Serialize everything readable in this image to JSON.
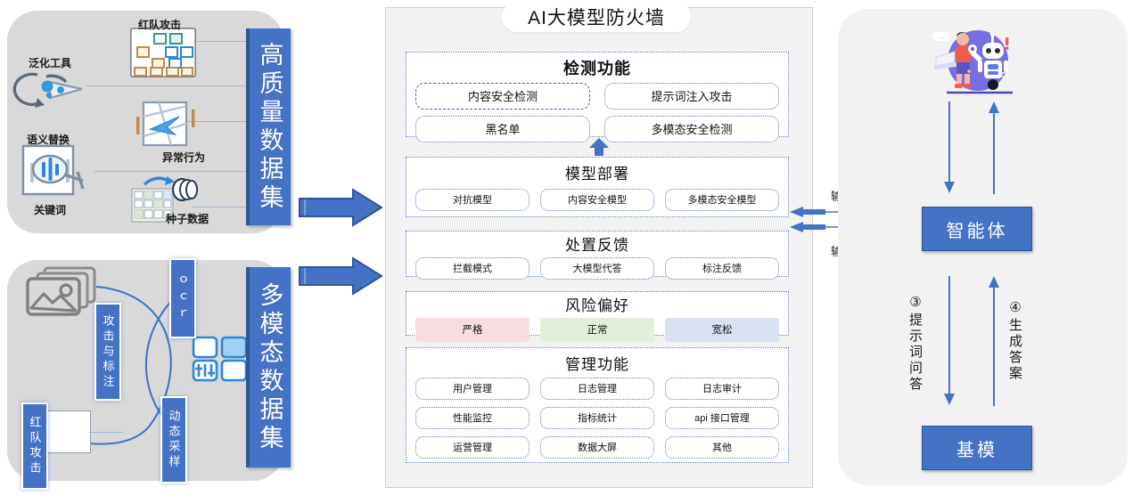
{
  "diagram": {
    "title": "AI大模型防火墙"
  },
  "left_top": {
    "banner": "高质量数据集",
    "icons": [
      {
        "name": "红队攻击",
        "key": "red-team-attack"
      },
      {
        "name": "泛化工具",
        "key": "generalization-tool"
      },
      {
        "name": "语义替换",
        "key": "semantic-substitution"
      },
      {
        "name": "异常行为",
        "key": "abnormal-behavior"
      },
      {
        "name": "关键词",
        "key": "keyword"
      },
      {
        "name": "种子数据",
        "key": "seed-data"
      }
    ]
  },
  "left_bottom": {
    "banner": "多模态数据集",
    "chips": [
      {
        "name": "攻击与标注",
        "key": "attack-and-annotation"
      },
      {
        "name": "ｏｃｒ",
        "key": "ocr"
      },
      {
        "name": "动态采样",
        "key": "dynamic-sampling"
      },
      {
        "name": "红队攻击",
        "key": "red-team-attack"
      }
    ]
  },
  "firewall": {
    "sections": [
      {
        "key": "detection",
        "title": "检测功能",
        "bold": true,
        "rows": [
          [
            "内容安全检测",
            "提示词注入攻击"
          ],
          [
            "黑名单",
            "多模态安全检测"
          ]
        ]
      },
      {
        "key": "model-deployment",
        "title": "模型部署",
        "bold": false,
        "rows": [
          [
            "对抗模型",
            "内容安全模型",
            "多模态安全模型"
          ]
        ]
      },
      {
        "key": "disposal-feedback",
        "title": "处置反馈",
        "bold": false,
        "rows": [
          [
            "拦截模式",
            "大模型代答",
            "标注反馈"
          ]
        ]
      },
      {
        "key": "risk-preference",
        "title": "风险偏好",
        "bold": false,
        "rows": [
          [
            "严格",
            "正常",
            "宽松"
          ]
        ],
        "chip_colors": [
          "#f7dde0",
          "#e2efda",
          "#d9e2f3"
        ]
      },
      {
        "key": "management",
        "title": "管理功能",
        "bold": false,
        "rows": [
          [
            "用户管理",
            "日志管理",
            "日志审计"
          ],
          [
            "性能监控",
            "指标统计",
            "api 接口管理"
          ],
          [
            "运营管理",
            "数据大屏",
            "其他"
          ]
        ]
      }
    ]
  },
  "audit": {
    "input_label": "输入审计",
    "output_label": "输出审计"
  },
  "right": {
    "agent_box": "智能体",
    "base_model_box": "基模",
    "flow_labels": [
      {
        "key": "prompt-qa",
        "text": "③提示词问答"
      },
      {
        "key": "generate-answer",
        "text": "④生成答案"
      }
    ]
  },
  "colors": {
    "accent_blue": "#4472c4",
    "accent_blue_dark": "#2f5597",
    "panel_gray": "#d9d9d9",
    "panel_light": "#f2f2f2",
    "dotted_border": "#5b7fc7"
  }
}
